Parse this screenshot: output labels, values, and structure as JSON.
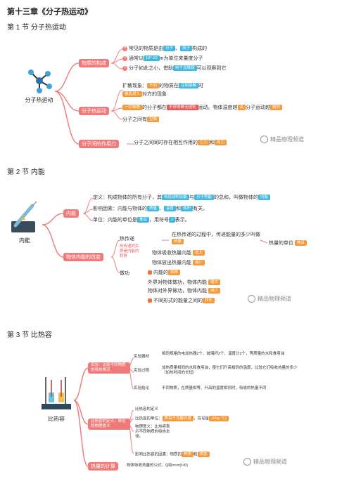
{
  "chapter_title": "第十三章《分子热运动》",
  "sections": [
    {
      "title": "第 1 节  分子热运动"
    },
    {
      "title": "第 2 节  内能"
    },
    {
      "title": "第 3 节  比热容"
    }
  ],
  "s1": {
    "root": "分子热运动",
    "b1": "物质的构成",
    "b1_items": [
      {
        "pre": "常见的物质是由",
        "k1": "分子",
        "mid": "、",
        "k2": "原子",
        "post": "构成的"
      },
      {
        "pre": "通常以",
        "k1": "10^-10",
        "post": "m为单位来量度分子"
      },
      {
        "pre": "分子如此之小，借助",
        "k1": "电子显微镜",
        "post": "可以观察到它"
      }
    ],
    "b2": "分子热运动",
    "b2_items": [
      {
        "pre": "扩散现象：",
        "k1": "不同",
        "mid": "的物质在",
        "k2": "互相接触",
        "post": "时"
      },
      {
        "pre": "",
        "k1": "彼此进入",
        "post": "对方的现象"
      },
      {
        "pre": "",
        "k1": "一切物质",
        "mid": "的分子都在",
        "k2": "不停地做无规则",
        "post": "运动。物体温度越",
        "k3": "高",
        "post2": "分子运动越",
        "k4": "剧烈"
      },
      {
        "pre": "分子之间有",
        "k1": "空隙"
      }
    ],
    "b3": "分子间的作用力",
    "b3_item": {
      "pre": "分子之间同时存在相互作用的",
      "k1": "引力",
      "mid": "和",
      "k2": "斥力"
    },
    "watermark": "精品物理频道"
  },
  "s2": {
    "root": "内能",
    "b1": "内能",
    "b1_items": [
      {
        "pre": "定义：构成物体的所有分子，其",
        "k1": "热运动的动能",
        "mid": "与",
        "k2": "分子势能",
        "post": "的总和，叫做物体的",
        "k3": "内能"
      },
      {
        "pre": "影响因素：内能与物体的",
        "k1": "质量",
        "mid": "、",
        "k2": "温度",
        "mid2": "和",
        "k3": "体积",
        "post": "有关。"
      },
      {
        "pre": "单位：内能的单位是",
        "k1": "焦耳",
        "mid": "，用符号",
        "k2": "J",
        "post": "表示。"
      }
    ],
    "b2": "物体内能的改变",
    "heat": "热传递",
    "heat_note": "热传递的实质是内能的转移",
    "heat_items": [
      {
        "pre": "在热传递的过程中，传递能量的多少叫做",
        "k1": "热量"
      },
      {
        "pre": "物体吸收热量内能",
        "k1": "增大"
      },
      {
        "pre": "物体放出热量内能",
        "k1": "减少"
      },
      {
        "pre": "内能的",
        "k1": "转移"
      }
    ],
    "heat_unit": {
      "pre": "热量的单位",
      "k1": "焦耳"
    },
    "work": "做功",
    "work_items": [
      {
        "pre": "外界对物体做功，物体内能",
        "k1": "增大"
      },
      {
        "pre": "物体对外界做功，物体内能",
        "k1": "减少"
      },
      {
        "pre": "不同形式的能量之间的",
        "k1": "转化"
      }
    ],
    "watermark": "精品物理频道"
  },
  "s3": {
    "root": "比热容",
    "b1": "实验：比较不同物质的吸热情况",
    "exp": [
      {
        "label": "实验器材",
        "text": "相同规格的电加热器2个、玻璃杯2个、温度计2个，等质量的水和食用油"
      },
      {
        "label": "实验过程",
        "text": "加热质量相同的水和食用油，使它们升高相同的温度，比较它们吸收热量的多少（加热时间的长短）"
      },
      {
        "label": "实验结论",
        "text": "不同物质，在质量相等、升高的温度相同时，吸收的热量不同"
      }
    ],
    "b2": "比热容的定义、单位和物理意义",
    "def": [
      {
        "text": "比热容的定义"
      },
      {
        "pre": "比热容的单位：",
        "k1": "焦每千克摄氏度",
        "mid": "，符号是",
        "k2": "J/(kg·℃)"
      },
      {
        "text": "物理意义：比热容表示不同物质的吸热本领。"
      },
      {
        "pre": "影响比热容的因素：物质的",
        "k1": "种类",
        "mid": "和",
        "k2": "状态"
      }
    ],
    "b3": "热量的计算",
    "calc": {
      "pre": "物体吸收热量的公式：",
      "formula": "Q吸=cm(t-t0)"
    },
    "watermark": "精品物理频道"
  },
  "colors": {
    "branch": "#f07a7a",
    "key": "#41b8e0",
    "line": "#f08080"
  }
}
